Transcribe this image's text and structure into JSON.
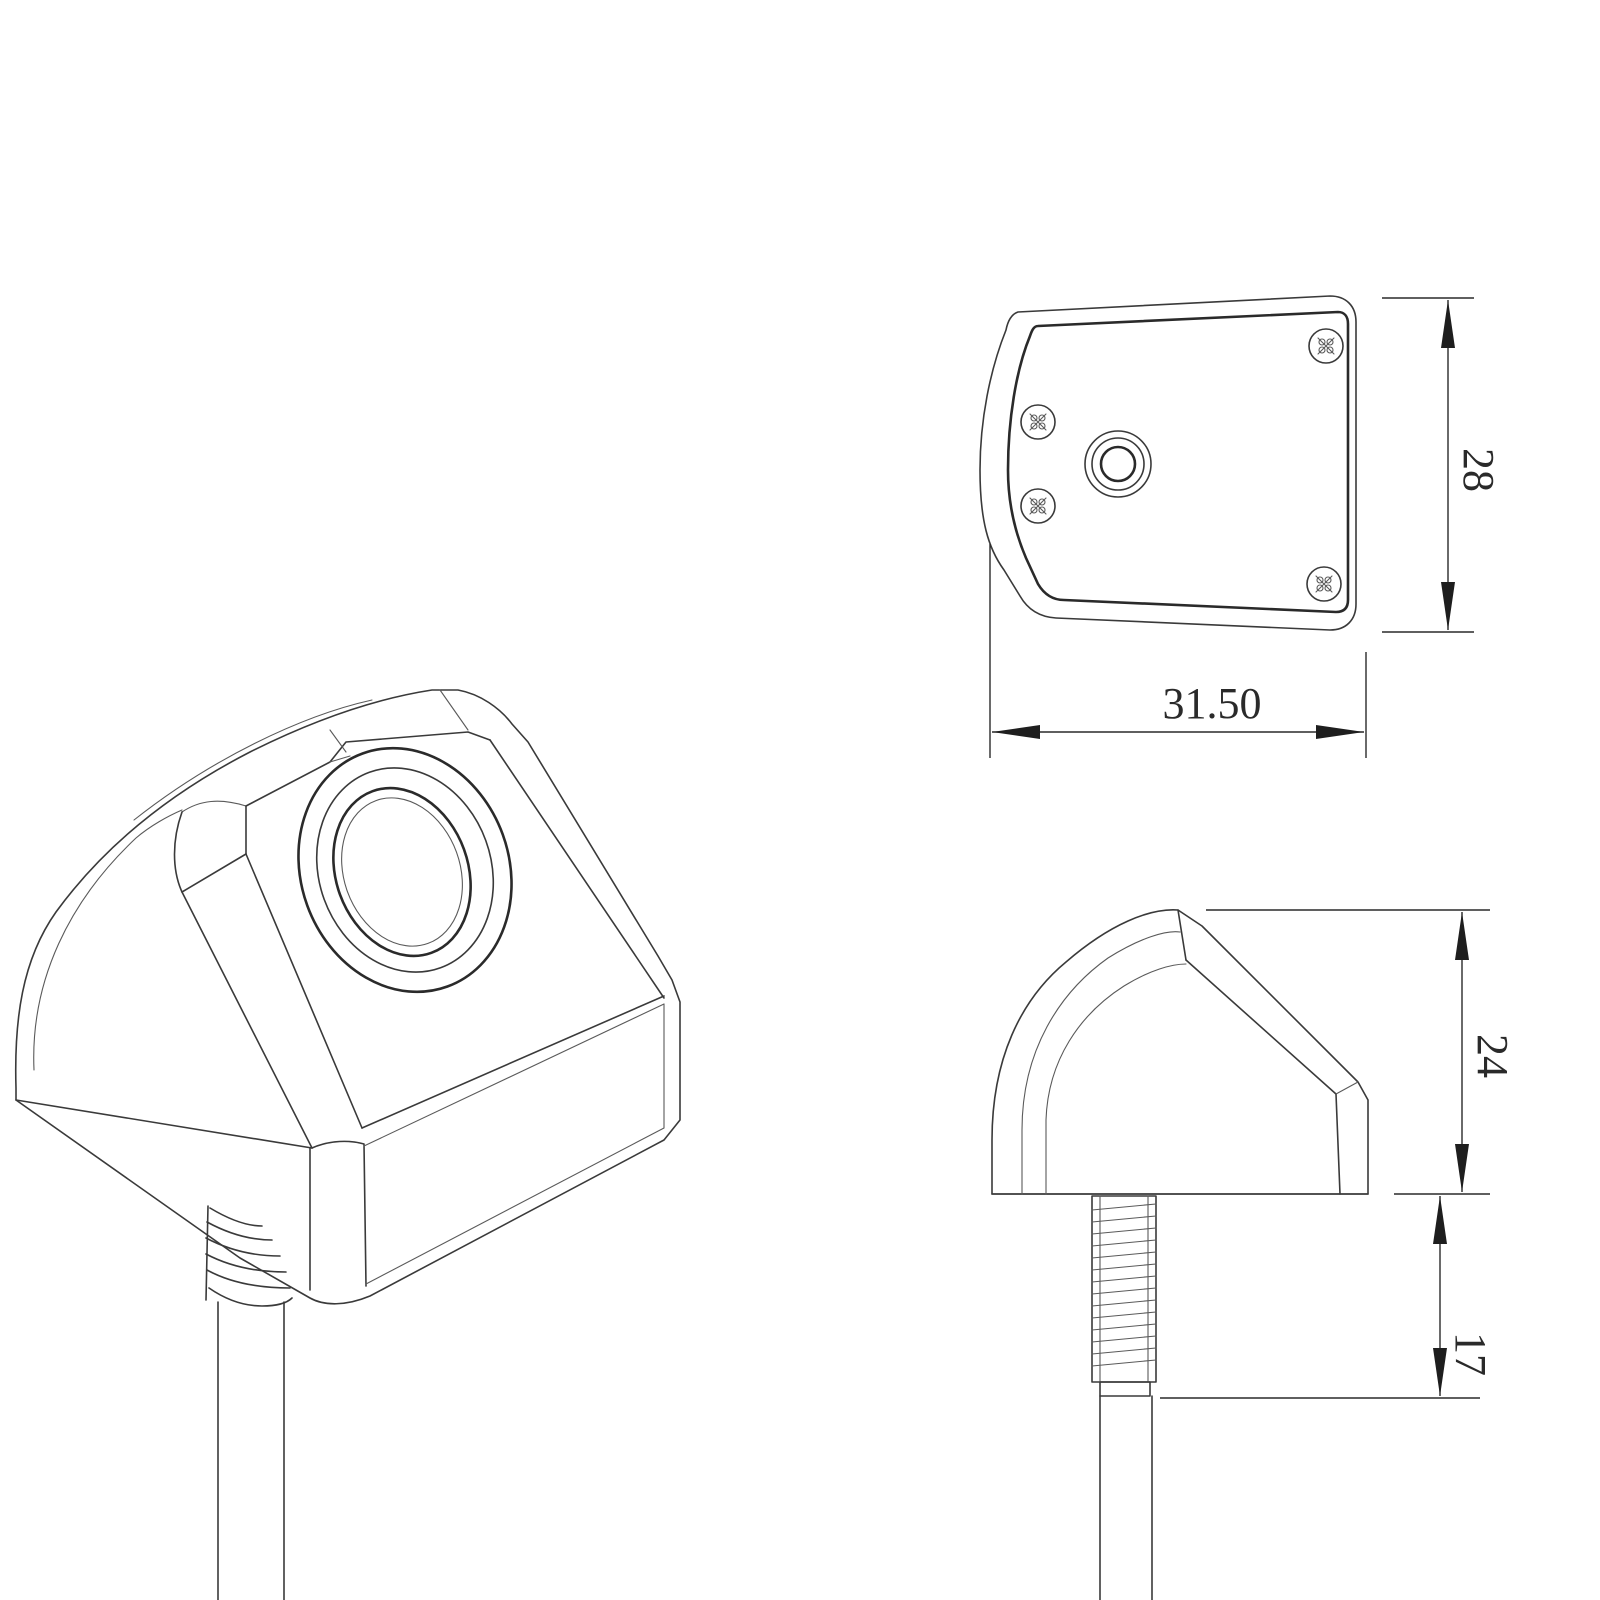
{
  "dimensions": {
    "width": "31.50",
    "height_top_view": "28",
    "height_side_body": "24",
    "thread_length": "17"
  },
  "colors": {
    "line": "#3a3a3a",
    "background": "#ffffff"
  }
}
